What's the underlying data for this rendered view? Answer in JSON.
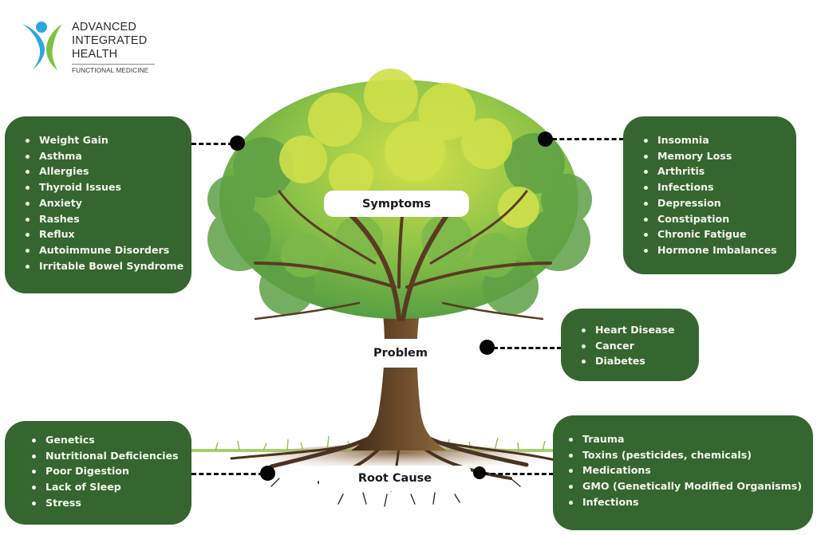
{
  "logo": {
    "icon": "person-figure-logo-icon",
    "lines": [
      "ADVANCED",
      "INTEGRATED",
      "HEALTH"
    ],
    "subtitle": "FUNCTIONAL MEDICINE",
    "colors": {
      "blue": "#2aa7e0",
      "green": "#7dc242"
    }
  },
  "colors": {
    "box_fill": "#356630",
    "box_text": "#f4f4ec",
    "connector": "#111111",
    "leaf_dark": "#4f9a3a",
    "leaf_light": "#c9dd3c",
    "bark": "#5a3b22",
    "grass": "#8cc34a"
  },
  "tree": {
    "labels": {
      "symptoms": "Symptoms",
      "problem": "Problem",
      "root_cause": "Root Cause"
    }
  },
  "boxes": {
    "symptoms_left": {
      "items": [
        "Weight Gain",
        "Asthma",
        "Allergies",
        "Thyroid Issues",
        "Anxiety",
        "Rashes",
        "Reflux",
        "Autoimmune Disorders",
        "Irritable Bowel Syndrome"
      ]
    },
    "symptoms_right": {
      "items": [
        "Insomnia",
        "Memory Loss",
        "Arthritis",
        "Infections",
        "Depression",
        "Constipation",
        "Chronic Fatigue",
        "Hormone Imbalances"
      ]
    },
    "problem": {
      "items": [
        "Heart Disease",
        "Cancer",
        "Diabetes"
      ]
    },
    "root_cause_left": {
      "items": [
        "Genetics",
        "Nutritional Deficiencies",
        "Poor Digestion",
        "Lack of Sleep",
        "Stress"
      ]
    },
    "root_cause_right": {
      "items": [
        "Trauma",
        "Toxins (pesticides, chemicals)",
        "Medications",
        "GMO (Genetically Modified Organisms)",
        "Infections"
      ]
    }
  }
}
